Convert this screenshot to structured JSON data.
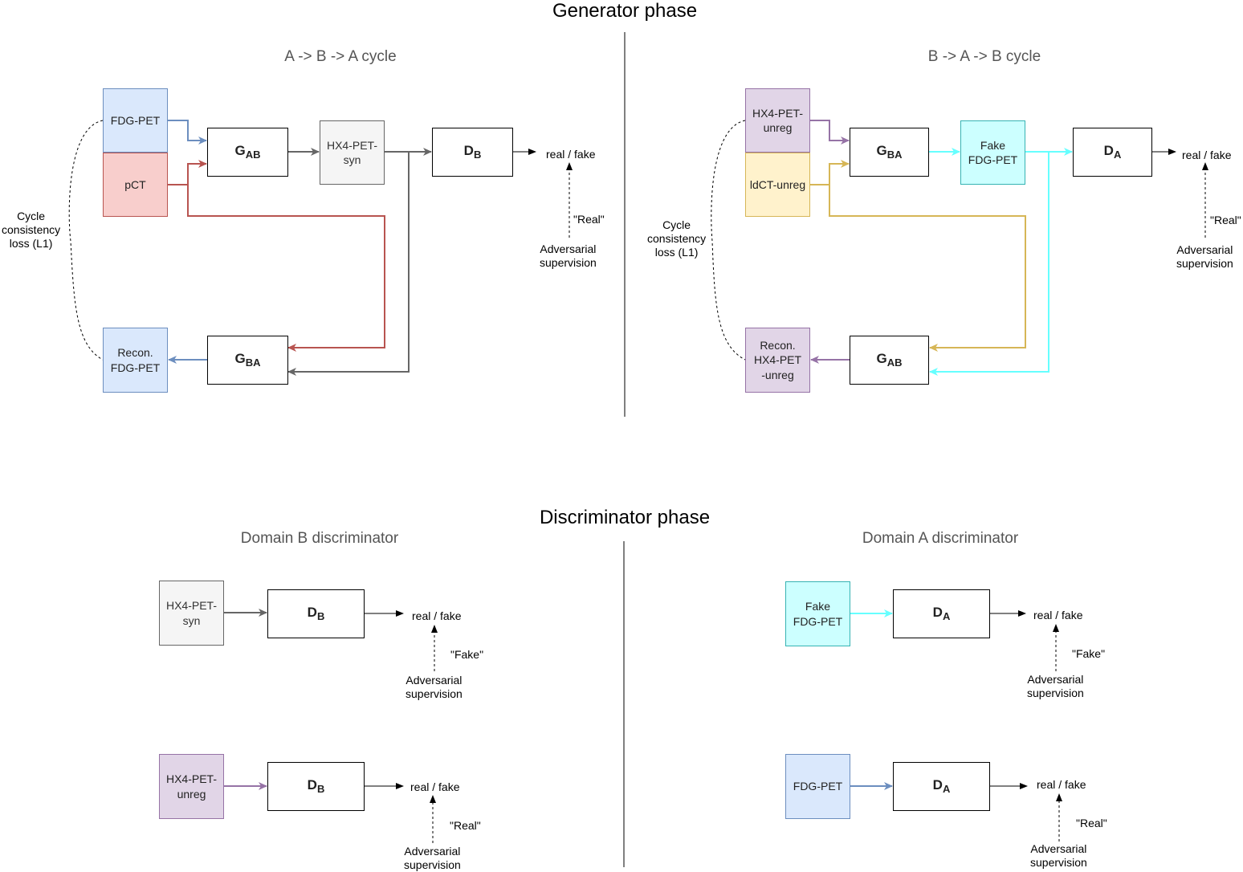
{
  "titles": {
    "generator_phase": "Generator phase",
    "discriminator_phase": "Discriminator phase",
    "aba_cycle": "A -> B -> A cycle",
    "bab_cycle": "B -> A -> B cycle",
    "domain_b_disc": "Domain B discriminator",
    "domain_a_disc": "Domain A discriminator"
  },
  "nodes": {
    "fdg_pet": "FDG-PET",
    "pct": "pCT",
    "hx4_pet_syn": "HX4-PET-\nsyn",
    "recon_fdg_pet": "Recon.\nFDG-PET",
    "hx4_pet_unreg": "HX4-PET-\nunreg",
    "ldct_unreg": "ldCT-unreg",
    "fake_fdg_pet": "Fake\nFDG-PET",
    "recon_hx4_pet_unreg": "Recon.\nHX4-PET\n-unreg"
  },
  "networks": {
    "g_letter": "G",
    "d_letter": "D",
    "ab": "AB",
    "ba": "BA",
    "a": "A",
    "b": "B"
  },
  "labels": {
    "real_fake": "real / fake",
    "real_quote": "\"Real\"",
    "fake_quote": "\"Fake\"",
    "adversarial": "Adversarial\nsupervision",
    "cycle_loss_left": "Cycle\nconsistency\nloss (L1)",
    "cycle_loss_right": "Cycle\nconsistency\nloss (L1)"
  },
  "colors": {
    "fdg_blue": "#6c8ebf",
    "pct_red": "#b85450",
    "syn_gray": "#666666",
    "hx4_purple": "#9673a6",
    "ldct_yellow": "#d6b656",
    "fake_cyan": "#66ffff"
  }
}
